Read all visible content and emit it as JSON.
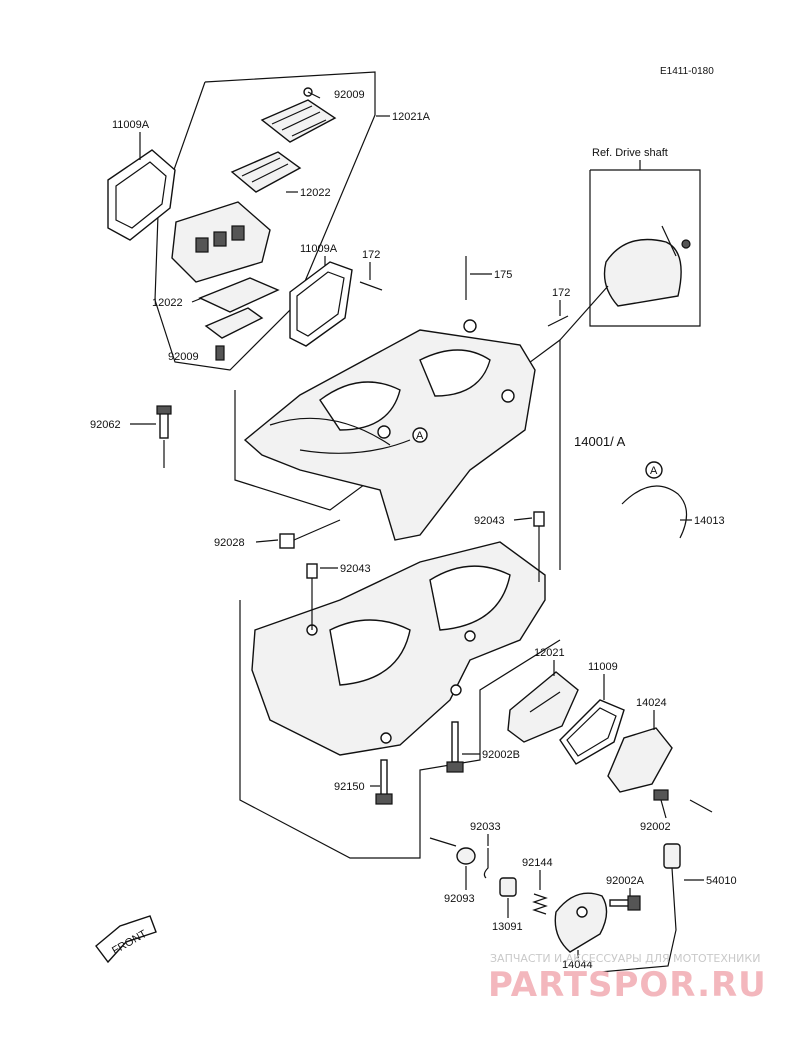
{
  "diagram_code": "E1411-0180",
  "ref_note": "Ref. Drive shaft",
  "front_label": "FRONT",
  "part_labels": {
    "p11009A_top": "11009A",
    "p92009_top": "92009",
    "p12021A": "12021A",
    "p12022_top": "12022",
    "p11009A_mid": "11009A",
    "p172_left": "172",
    "p175": "175",
    "p12022_bot": "12022",
    "p92009_bot": "92009",
    "p172_right": "172",
    "p92062": "92062",
    "p14001A": "14001/ A",
    "p14013": "14013",
    "p92043_right": "92043",
    "p92028": "92028",
    "p92043_left": "92043",
    "p12021": "12021",
    "p11009": "11009",
    "p14024": "14024",
    "p92002B": "92002B",
    "p92150": "92150",
    "p92002": "92002",
    "p92033": "92033",
    "p92144": "92144",
    "p92002A": "92002A",
    "p54010": "54010",
    "p92093": "92093",
    "p13091": "13091",
    "p14044": "14044"
  },
  "ref_marker": "A",
  "watermark": {
    "line1": "ЗАПЧАСТИ И АКСЕССУАРЫ ДЛЯ МОТОТЕХНИКИ",
    "line2": "PARTSPOR.RU"
  }
}
